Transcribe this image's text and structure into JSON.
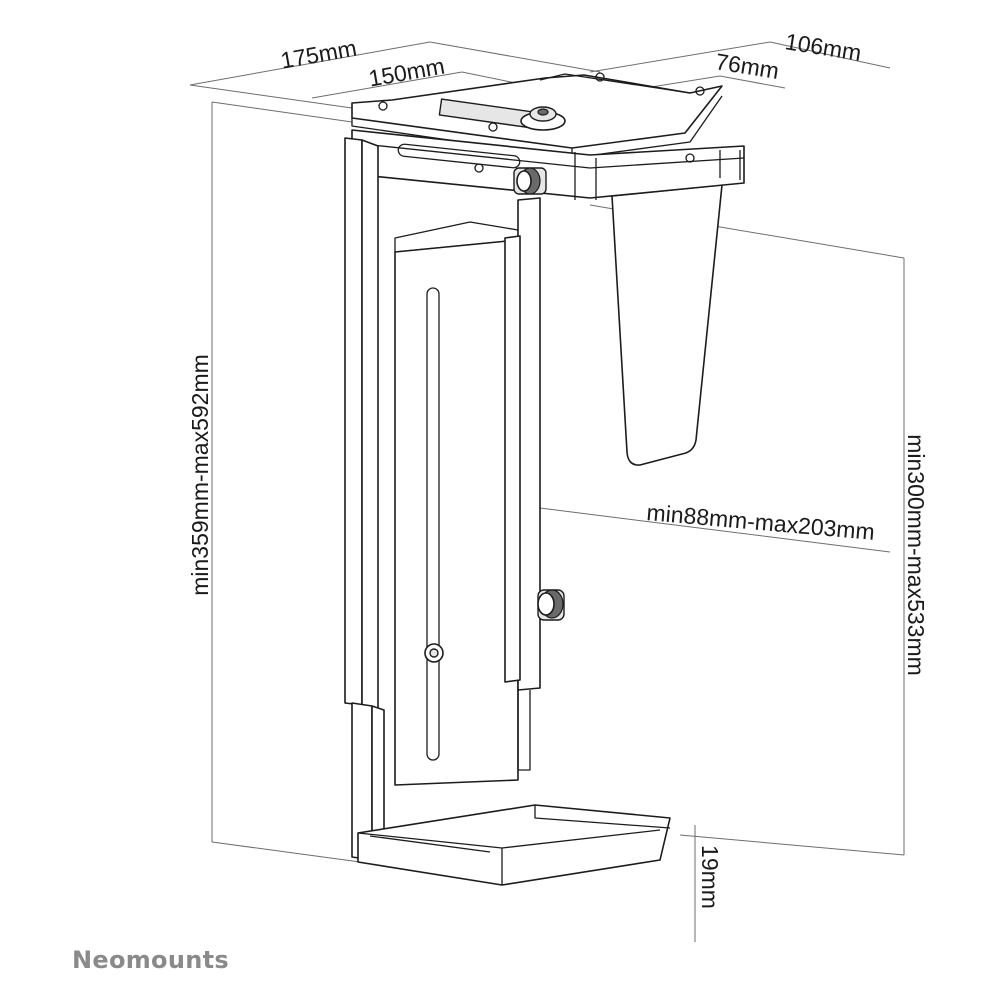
{
  "diagram": {
    "dimensions": {
      "top_depth_outer": "175mm",
      "top_depth_inner": "150mm",
      "top_width_outer": "106mm",
      "top_width_inner": "76mm",
      "height_total": "min359mm-max592mm",
      "pc_height": "min300mm-max533mm",
      "pc_width": "min88mm-max203mm",
      "bottom_lip": "19mm"
    },
    "brand": "Neomounts"
  }
}
